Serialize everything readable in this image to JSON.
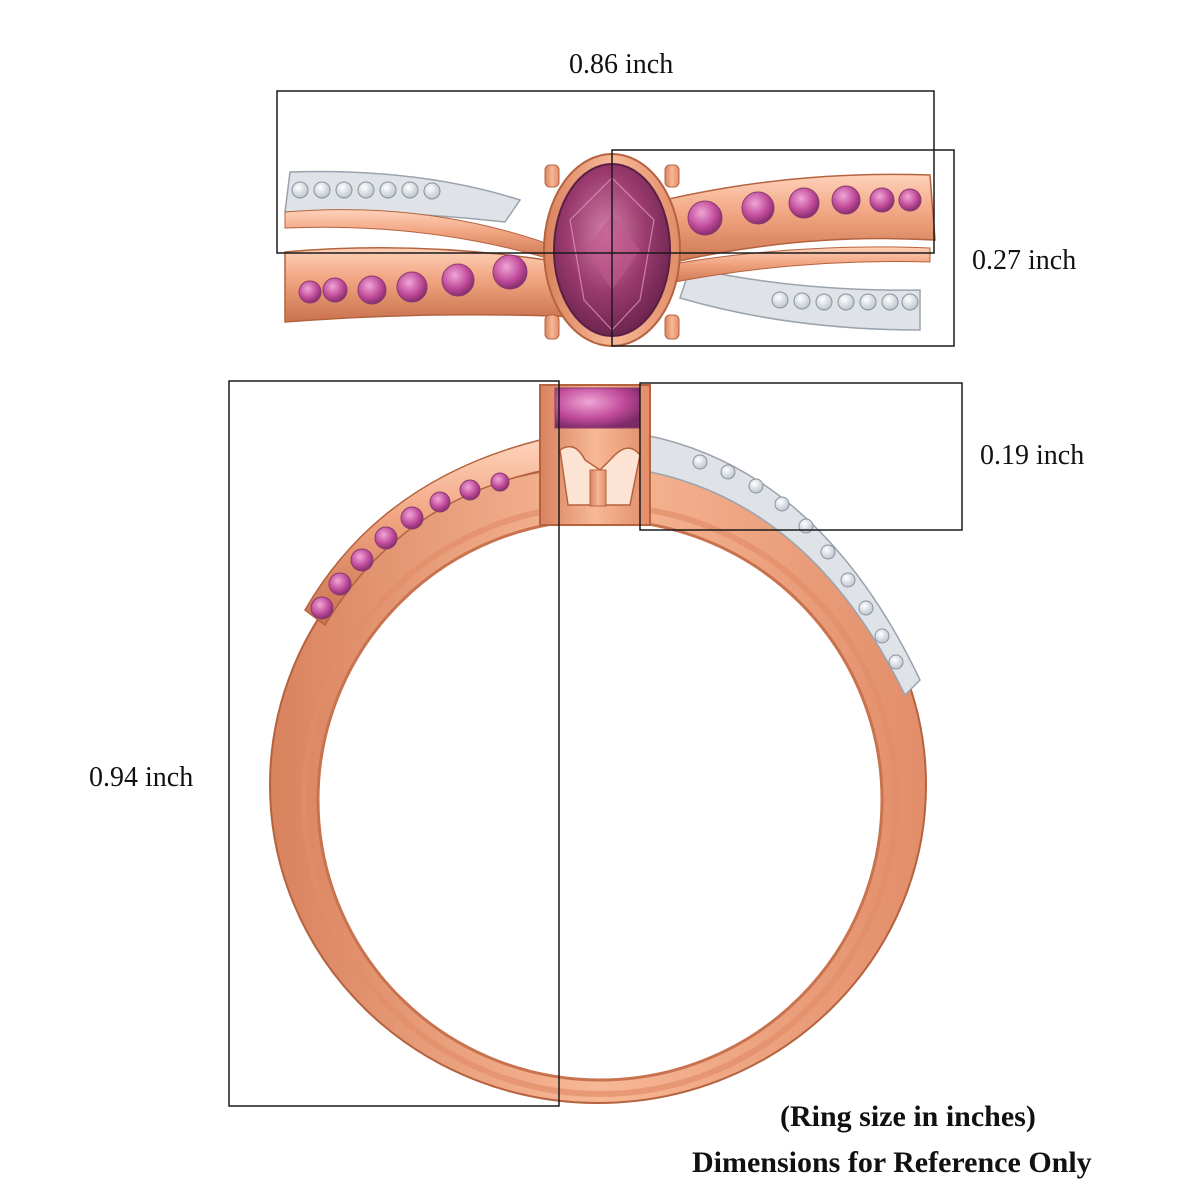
{
  "dimensions": {
    "width_label": "0.86 inch",
    "band_height_label": "0.27 inch",
    "setting_height_label": "0.19 inch",
    "ring_height_label": "0.94 inch"
  },
  "footnote": {
    "line1": "(Ring size in inches)",
    "line2": "Dimensions for Reference Only"
  },
  "colors": {
    "metal": "#f0a27e",
    "metal_shadow": "#c9724e",
    "metal_highlight": "#ffd2ba",
    "center_stone": "#9a3a6e",
    "side_stone": "#c04a9a",
    "diamond": "#e9edf2",
    "guide_line": "#1a1a1a"
  },
  "icons": {
    "top_view": "ring-top-view-illustration",
    "side_view": "ring-side-view-illustration"
  }
}
